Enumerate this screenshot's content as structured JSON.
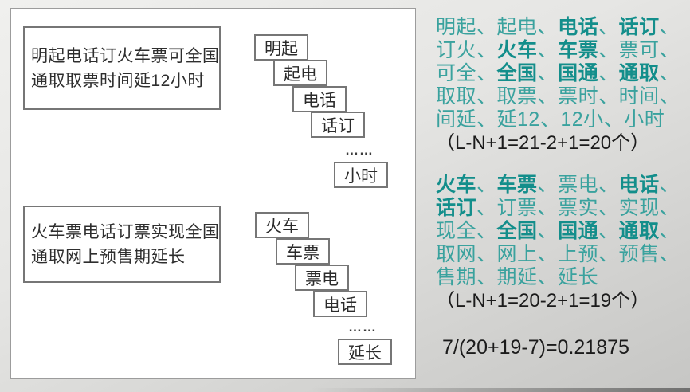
{
  "colors": {
    "teal_regular": "#3aa29e",
    "teal_bold": "#138e8b",
    "ink": "#1b1b1b",
    "box_border": "#767676",
    "panel_border": "#9c9c9c",
    "panel_bg": "#ffffff"
  },
  "left_panel": {
    "sentence1": {
      "line1": "明起电话订火车票可全国",
      "line2": "通取取票时间延12小时"
    },
    "cascade1": {
      "boxes": [
        "明起",
        "起电",
        "电话",
        "话订"
      ],
      "ellipsis": "……",
      "last": "小时"
    },
    "sentence2": {
      "line1": "火车票电话订票实现全国",
      "line2": "通取网上预售期延长"
    },
    "cascade2": {
      "boxes": [
        "火车",
        "车票",
        "票电",
        "电话"
      ],
      "ellipsis": "……",
      "last": "延长"
    }
  },
  "right_panel": {
    "block1": {
      "lines": [
        [
          {
            "text": "明起",
            "bold": false,
            "sep": "、"
          },
          {
            "text": "起电",
            "bold": false,
            "sep": "、"
          },
          {
            "text": "电话",
            "bold": true,
            "sep": "、"
          },
          {
            "text": "话订",
            "bold": true,
            "sep": "、"
          }
        ],
        [
          {
            "text": "订火",
            "bold": false,
            "sep": "、"
          },
          {
            "text": "火车",
            "bold": true,
            "sep": "、"
          },
          {
            "text": "车票",
            "bold": true,
            "sep": "、"
          },
          {
            "text": "票可",
            "bold": false,
            "sep": "、"
          }
        ],
        [
          {
            "text": "可全",
            "bold": false,
            "sep": "、"
          },
          {
            "text": "全国",
            "bold": true,
            "sep": "、"
          },
          {
            "text": "国通",
            "bold": true,
            "sep": "、"
          },
          {
            "text": "通取",
            "bold": true,
            "sep": "、"
          }
        ],
        [
          {
            "text": "取取",
            "bold": false,
            "sep": "、"
          },
          {
            "text": "取票",
            "bold": false,
            "sep": "、"
          },
          {
            "text": "票时",
            "bold": false,
            "sep": "、"
          },
          {
            "text": "时间",
            "bold": false,
            "sep": "、"
          }
        ],
        [
          {
            "text": "间延",
            "bold": false,
            "sep": "、"
          },
          {
            "text": "延12",
            "bold": false,
            "sep": "、"
          },
          {
            "text": "12小",
            "bold": false,
            "sep": "、"
          },
          {
            "text": "小时",
            "bold": false,
            "sep": ""
          }
        ]
      ],
      "count": "（L-N+1=21-2+1=20个）"
    },
    "block2": {
      "lines": [
        [
          {
            "text": "火车",
            "bold": true,
            "sep": "、"
          },
          {
            "text": "车票",
            "bold": true,
            "sep": "、"
          },
          {
            "text": "票电",
            "bold": false,
            "sep": "、"
          },
          {
            "text": "电话",
            "bold": true,
            "sep": "、"
          }
        ],
        [
          {
            "text": "话订",
            "bold": true,
            "sep": "、"
          },
          {
            "text": "订票",
            "bold": false,
            "sep": "、"
          },
          {
            "text": "票实",
            "bold": false,
            "sep": "、"
          },
          {
            "text": "实现",
            "bold": false,
            "sep": "、"
          }
        ],
        [
          {
            "text": "现全",
            "bold": false,
            "sep": "、"
          },
          {
            "text": "全国",
            "bold": true,
            "sep": "、"
          },
          {
            "text": "国通",
            "bold": true,
            "sep": "、"
          },
          {
            "text": "通取",
            "bold": true,
            "sep": "、"
          }
        ],
        [
          {
            "text": "取网",
            "bold": false,
            "sep": "、"
          },
          {
            "text": "网上",
            "bold": false,
            "sep": "、"
          },
          {
            "text": "上预",
            "bold": false,
            "sep": "、"
          },
          {
            "text": "预售",
            "bold": false,
            "sep": "、"
          }
        ],
        [
          {
            "text": "售期",
            "bold": false,
            "sep": "、"
          },
          {
            "text": "期延",
            "bold": false,
            "sep": "、"
          },
          {
            "text": "延长",
            "bold": false,
            "sep": ""
          }
        ]
      ],
      "count": "（L-N+1=20-2+1=19个）"
    },
    "similarity": "7/(20+19-7)=0.21875"
  }
}
